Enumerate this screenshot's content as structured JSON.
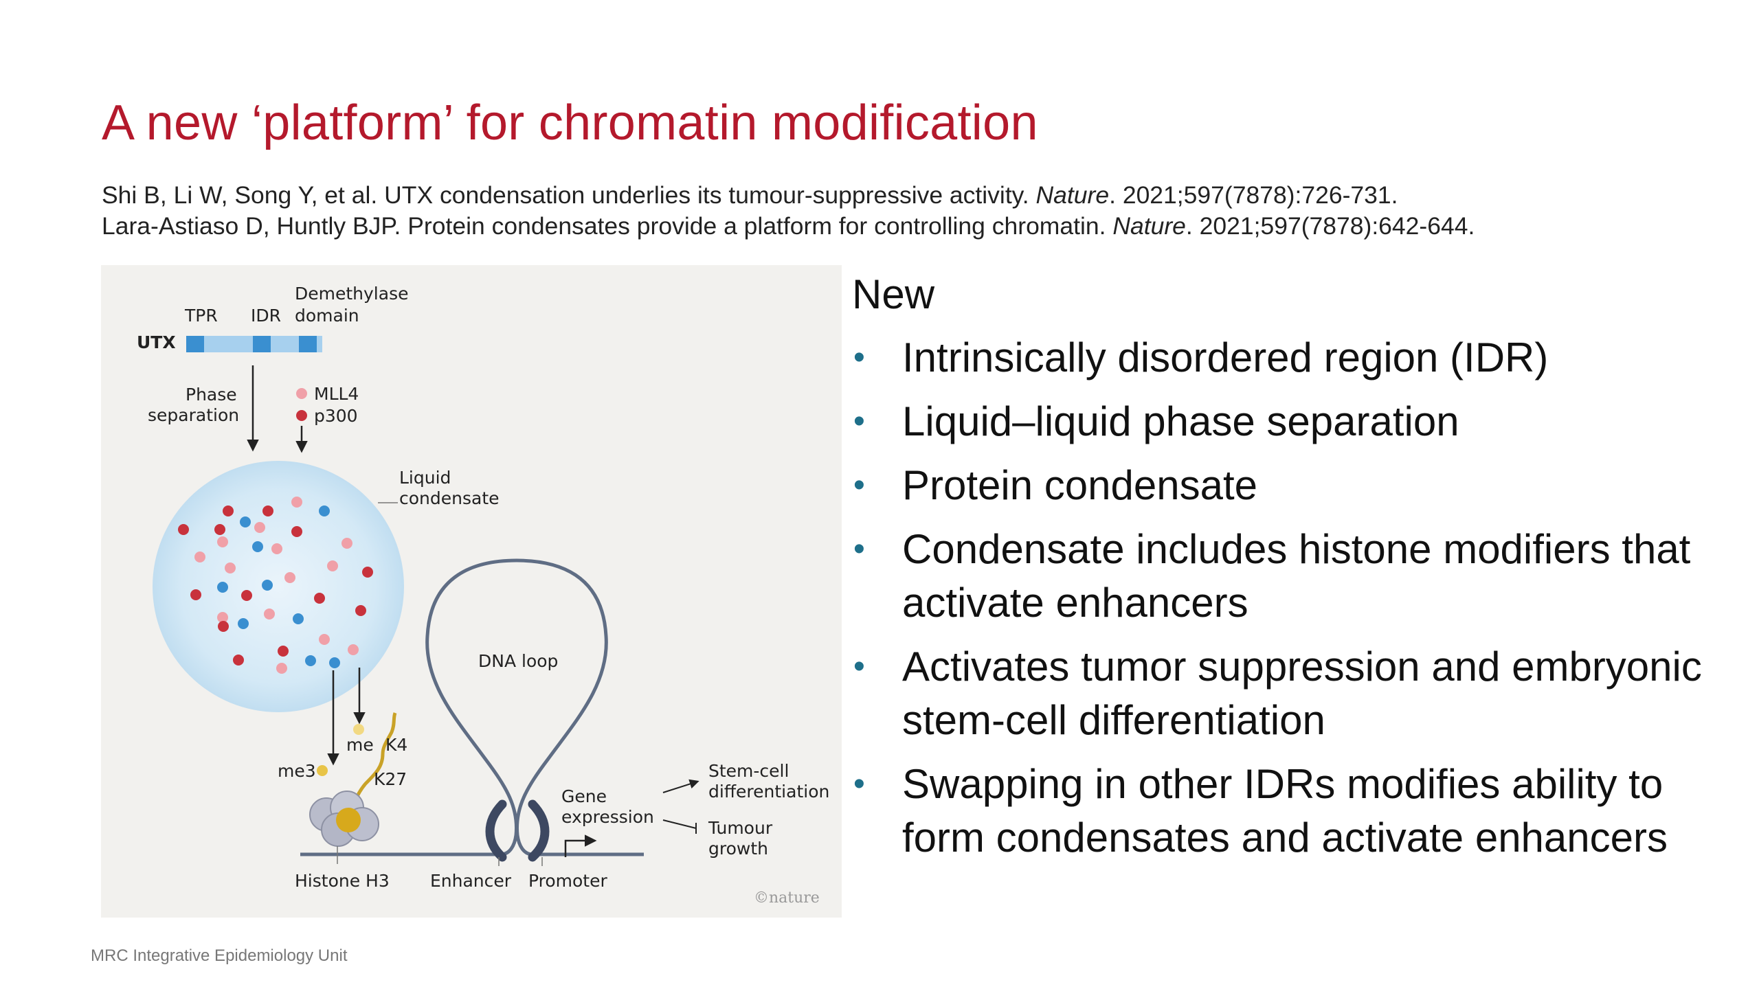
{
  "slide": {
    "title": "A new ‘platform’ for chromatin modification",
    "references": [
      {
        "pre": "Shi B, Li W, Song Y, et al. UTX condensation underlies its tumour-suppressive activity. ",
        "journal": "Nature",
        "post": ". 2021;597(7878):726-731."
      },
      {
        "pre": "Lara-Astiaso D, Huntly BJP. Protein condensates provide a platform for controlling chromatin. ",
        "journal": "Nature",
        "post": ". 2021;597(7878):642-644."
      }
    ],
    "heading": "New",
    "bullets": [
      "Intrinsically disordered region (IDR)",
      "Liquid–liquid phase separation",
      "Protein condensate",
      "Condensate includes histone modifiers that activate enhancers",
      "Activates tumor suppression and embryonic stem-cell differentiation",
      "Swapping in other IDRs modifies ability to form condensates and activate enhancers"
    ],
    "bullet_symbol": "•",
    "footer": "MRC Integrative Epidemiology Unit"
  },
  "figure": {
    "utx": "UTX",
    "tpr": "TPR",
    "idr": "IDR",
    "demethylase_line1": "Demethylase",
    "demethylase_line2": "domain",
    "phase_line1": "Phase",
    "phase_line2": "separation",
    "mll4": "MLL4",
    "p300": "p300",
    "liquid_line1": "Liquid",
    "liquid_line2": "condensate",
    "dna_loop": "DNA loop",
    "me": "me",
    "k4": "K4",
    "me3": "me3",
    "k27": "K27",
    "gene_line1": "Gene",
    "gene_line2": "expression",
    "stem_line1": "Stem-cell",
    "stem_line2": "differentiation",
    "tumour_line1": "Tumour",
    "tumour_line2": "growth",
    "histone": "Histone H3",
    "enhancer": "Enhancer",
    "promoter": "Promoter",
    "credit": "©nature"
  },
  "colors": {
    "title_red": "#b4192c",
    "bullet_teal": "#1e6f8a",
    "mll4_pink": "#f0a0a8",
    "p300_red": "#c8323c",
    "utx_blue": "#3a8fd0",
    "histone_tail": "#c9a227"
  }
}
